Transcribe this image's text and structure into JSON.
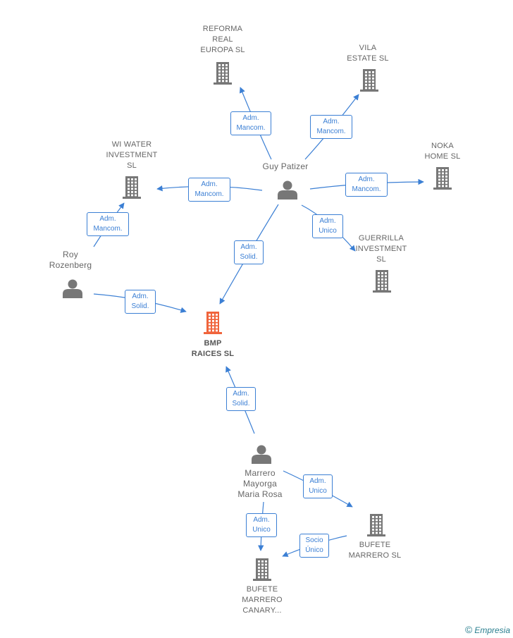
{
  "colors": {
    "edge": "#3b7fd4",
    "company_icon": "#777777",
    "focus_icon": "#f0643c",
    "person_icon": "#777777",
    "brand": "#2a7f8f"
  },
  "nodes": [
    {
      "id": "bmp",
      "type": "company",
      "focus": true,
      "label": "BMP\nRAICES  SL"
    },
    {
      "id": "reforma",
      "type": "company",
      "label": "REFORMA\nREAL\nEUROPA  SL"
    },
    {
      "id": "vila",
      "type": "company",
      "label": "VILA\nESTATE  SL"
    },
    {
      "id": "noka",
      "type": "company",
      "label": "NOKA\nHOME  SL"
    },
    {
      "id": "wiwater",
      "type": "company",
      "label": "WI WATER\nINVESTMENT\nSL"
    },
    {
      "id": "guerrilla",
      "type": "company",
      "label": "GUERRILLA\nINVESTMENT\nSL"
    },
    {
      "id": "bufete",
      "type": "company",
      "label": "BUFETE\nMARRERO  SL"
    },
    {
      "id": "bufetecanary",
      "type": "company",
      "label": "BUFETE\nMARRERO\nCANARY..."
    },
    {
      "id": "guy",
      "type": "person",
      "label": "Guy Patizer"
    },
    {
      "id": "roy",
      "type": "person",
      "label": "Roy\nRozenberg"
    },
    {
      "id": "marrero",
      "type": "person",
      "label": "Marrero\nMayorga\nMaria Rosa"
    }
  ],
  "edges": [
    {
      "from": "guy",
      "to": "reforma",
      "label": "Adm.\nMancom."
    },
    {
      "from": "guy",
      "to": "vila",
      "label": "Adm.\nMancom."
    },
    {
      "from": "guy",
      "to": "noka",
      "label": "Adm.\nMancom."
    },
    {
      "from": "guy",
      "to": "wiwater",
      "label": "Adm.\nMancom."
    },
    {
      "from": "guy",
      "to": "guerrilla",
      "label": "Adm.\nUnico"
    },
    {
      "from": "guy",
      "to": "bmp",
      "label": "Adm.\nSolid."
    },
    {
      "from": "roy",
      "to": "wiwater",
      "label": "Adm.\nMancom."
    },
    {
      "from": "roy",
      "to": "bmp",
      "label": "Adm.\nSolid."
    },
    {
      "from": "marrero",
      "to": "bmp",
      "label": "Adm.\nSolid."
    },
    {
      "from": "marrero",
      "to": "bufete",
      "label": "Adm.\nUnico"
    },
    {
      "from": "marrero",
      "to": "bufetecanary",
      "label": "Adm.\nUnico"
    },
    {
      "from": "bufete",
      "to": "bufetecanary",
      "label": "Socio\nÚnico"
    }
  ],
  "brand": {
    "copyright": "©",
    "name": "Empresia"
  }
}
